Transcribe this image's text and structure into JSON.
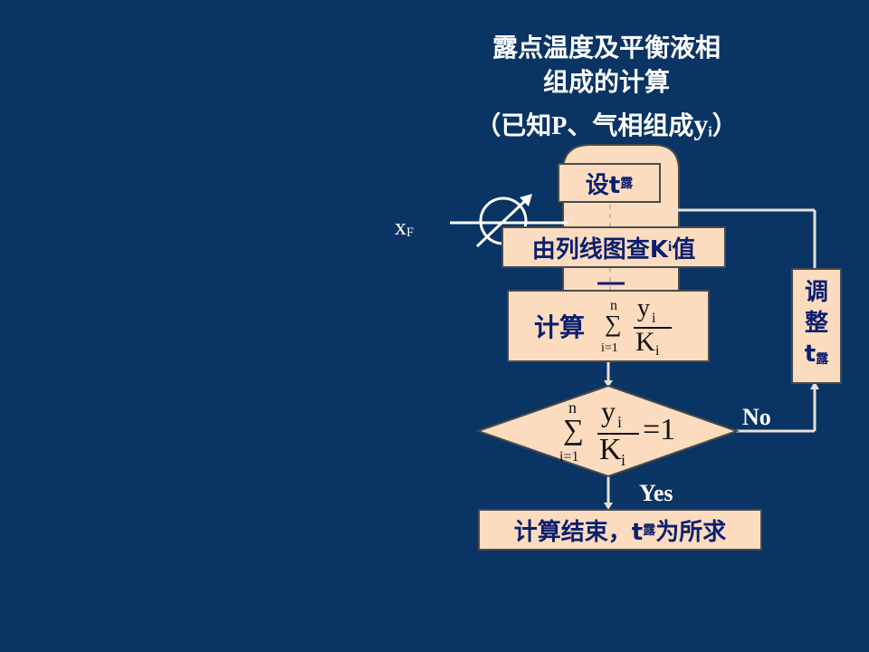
{
  "title": {
    "line1": "露点温度及平衡液相",
    "line2": "组成的计算",
    "line3_prefix": "（已知",
    "line3_p": "P",
    "line3_mid": "、气相组成",
    "line3_y": "y",
    "line3_i": "i",
    "line3_suffix": "）"
  },
  "feed": {
    "x": "x",
    "sub": "F"
  },
  "steps": {
    "assume": {
      "t": "设t",
      "sub": "露"
    },
    "lookup": {
      "text": "由列线图查K",
      "sub": "i",
      "tail": "值"
    },
    "compute": {
      "label": "计算"
    },
    "decision": {
      "equals": "=1"
    },
    "finish": {
      "pre": "计算结束，t",
      "sub": "露",
      "post": "为所求"
    },
    "adjust": {
      "c1": "调",
      "c2": "整",
      "t": "t",
      "sub": "露"
    }
  },
  "formula": {
    "n": "n",
    "sum": "∑",
    "lower": "i=1",
    "y": "y",
    "yi": "i",
    "K": "K",
    "Ki": "i"
  },
  "branches": {
    "no": "No",
    "yes": "Yes"
  },
  "colors": {
    "background": "#0a3464",
    "box_fill": "#fbdcbf",
    "box_border": "#4a4a4a",
    "box_text": "#0c1f6e",
    "line": "#e8e0d8"
  }
}
